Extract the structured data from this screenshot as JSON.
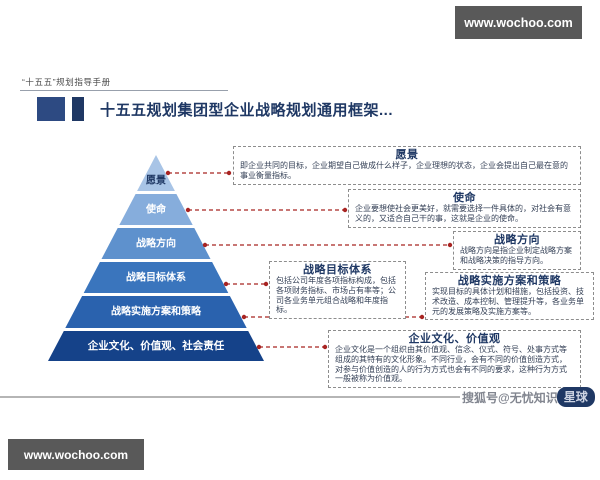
{
  "page": {
    "watermark_top": "www.wochoo.com",
    "watermark_bottom": "www.wochoo.com",
    "sohu_prefix": "搜狐号@无忧知识",
    "sohu_suffix": "星球"
  },
  "header": {
    "eyebrow": "“十五五”规划指导手册",
    "title": "十五五规划集团型企业战略规划通用框架..."
  },
  "pyramid": {
    "levels": [
      {
        "label": "愿景",
        "color": "#a8c4e6",
        "text_color": "#1f3864"
      },
      {
        "label": "使命",
        "color": "#86addc",
        "text_color": "#ffffff"
      },
      {
        "label": "战略方向",
        "color": "#5e91cd",
        "text_color": "#ffffff"
      },
      {
        "label": "战略目标体系",
        "color": "#3a75bd",
        "text_color": "#ffffff"
      },
      {
        "label": "战略实施方案和策略",
        "color": "#2a62ae",
        "text_color": "#ffffff"
      },
      {
        "label": "企业文化、价值观、社会责任",
        "color": "#154289",
        "text_color": "#ffffff"
      }
    ]
  },
  "annotations": [
    {
      "title": "愿景",
      "body": "即企业共同的目标，企业期望自己做成什么样子，企业理想的状态，企业会提出自己最在意的事业衡量指标。"
    },
    {
      "title": "使命",
      "body": "企业要想使社会更美好，就需要选择一件具体的，对社会有意义的，又适合自己干的事，这就是企业的使命。"
    },
    {
      "title": "战略方向",
      "body": "战略方向是指企业制定战略方案和战略决策的指导方向。"
    },
    {
      "title": "战略目标体系",
      "body": "包括公司年度各项指标构成，包括各项财务指标、市场占有率等；公司各业务单元组合战略和年度指标。"
    },
    {
      "title": "战略实施方案和策略",
      "body": "实现目标的具体计划和措施，包括投资、技术改造、成本控制、管理提升等，各业务单元的发展策略及实施方案等。"
    },
    {
      "title": "企业文化、价值观",
      "body": "企业文化是一个组织由其价值观、信念、仪式、符号、处事方式等组成的其特有的文化形象。不同行业，会有不同的价值创造方式，对参与价值创造的人的行为方式也会有不同的要求，这种行为方式一般被称为价值观。"
    }
  ],
  "colors": {
    "connector": "#a82422",
    "title_navy": "#1f3864",
    "bar_bg": "#595959"
  }
}
